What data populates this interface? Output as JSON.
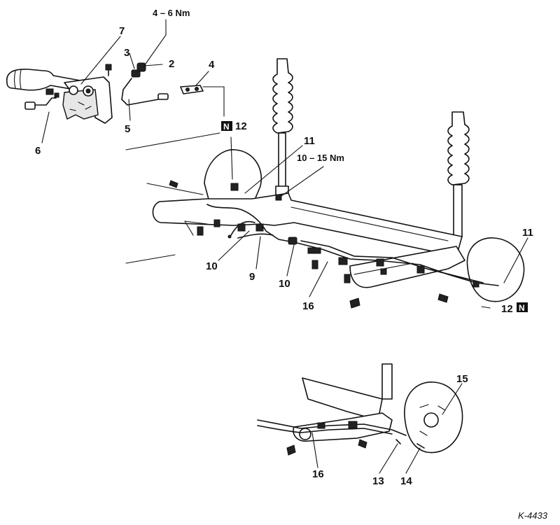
{
  "diagram": {
    "torque_top": "4 – 6 Nm",
    "torque_mid": "10 – 15 Nm",
    "n_symbol": "N",
    "figure_code": "K-4433",
    "callouts": {
      "c2": "2",
      "c3": "3",
      "c4": "4",
      "c5": "5",
      "c6": "6",
      "c7": "7",
      "c9": "9",
      "c10a": "10",
      "c10b": "10",
      "c11a": "11",
      "c11b": "11",
      "c12a": "12",
      "c12b": "12",
      "c13": "13",
      "c14": "14",
      "c15": "15",
      "c16a": "16",
      "c16b": "16"
    }
  }
}
